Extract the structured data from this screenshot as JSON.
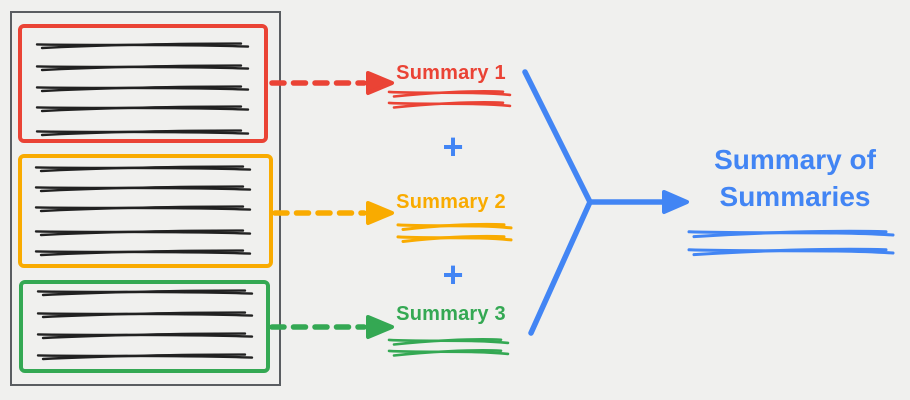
{
  "palette": {
    "background": "#F0F0EE",
    "red": "#EA4335",
    "amber": "#F9AB00",
    "green": "#34A853",
    "blue": "#4285F4",
    "document_border": "#5A5D61",
    "handwriting": "#212121"
  },
  "document": {
    "sections": [
      {
        "border_color": "#EA4335",
        "scribble_text_lines": 5
      },
      {
        "border_color": "#F9AB00",
        "scribble_text_lines": 5
      },
      {
        "border_color": "#34A853",
        "scribble_text_lines": 4
      }
    ]
  },
  "summaries": [
    {
      "label": "Summary 1",
      "color": "#EA4335"
    },
    {
      "label": "Summary 2",
      "color": "#F9AB00"
    },
    {
      "label": "Summary 3",
      "color": "#34A853"
    }
  ],
  "operator_plus": "+",
  "result": {
    "label": "Summary of Summaries",
    "color": "#4285F4"
  }
}
